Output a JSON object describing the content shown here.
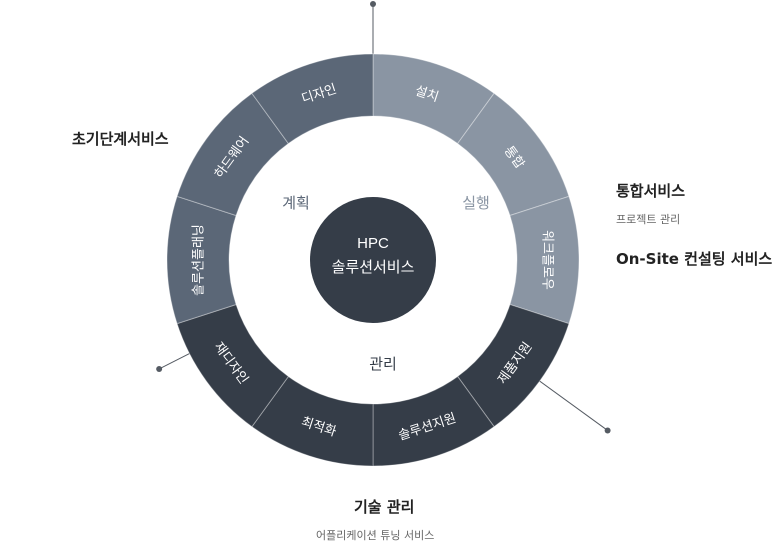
{
  "center": {
    "line1": "HPC",
    "line2": "솔루션서비스"
  },
  "inner_labels": {
    "plan": "계획",
    "execute": "실행",
    "manage": "관리"
  },
  "ring_segments": [
    {
      "label": "설치",
      "phase": "execute"
    },
    {
      "label": "통합",
      "phase": "execute"
    },
    {
      "label": "워크플로우",
      "phase": "execute"
    },
    {
      "label": "제품지원",
      "phase": "manage"
    },
    {
      "label": "솔루션지원",
      "phase": "manage"
    },
    {
      "label": "최적화",
      "phase": "manage"
    },
    {
      "label": "재디자인",
      "phase": "manage"
    },
    {
      "label": "솔루션플래닝",
      "phase": "plan"
    },
    {
      "label": "하드웨어",
      "phase": "plan"
    },
    {
      "label": "디자인",
      "phase": "plan"
    }
  ],
  "side_labels": {
    "initial": "초기단계서비스",
    "integration": "통합서비스",
    "integration_sub": "프로젝트 관리",
    "onsite": "On-Site 컨설팅 서비스",
    "tech": "기술 관리",
    "tech_sub": "어플리케이션 튜닝 서비스"
  },
  "colors": {
    "plan": "#5b6777",
    "execute": "#8a95a3",
    "manage": "#353d48",
    "center": "#353d48",
    "execute_text": "#8a95a3",
    "plan_text": "#5b6777",
    "manage_text": "#353d48"
  }
}
